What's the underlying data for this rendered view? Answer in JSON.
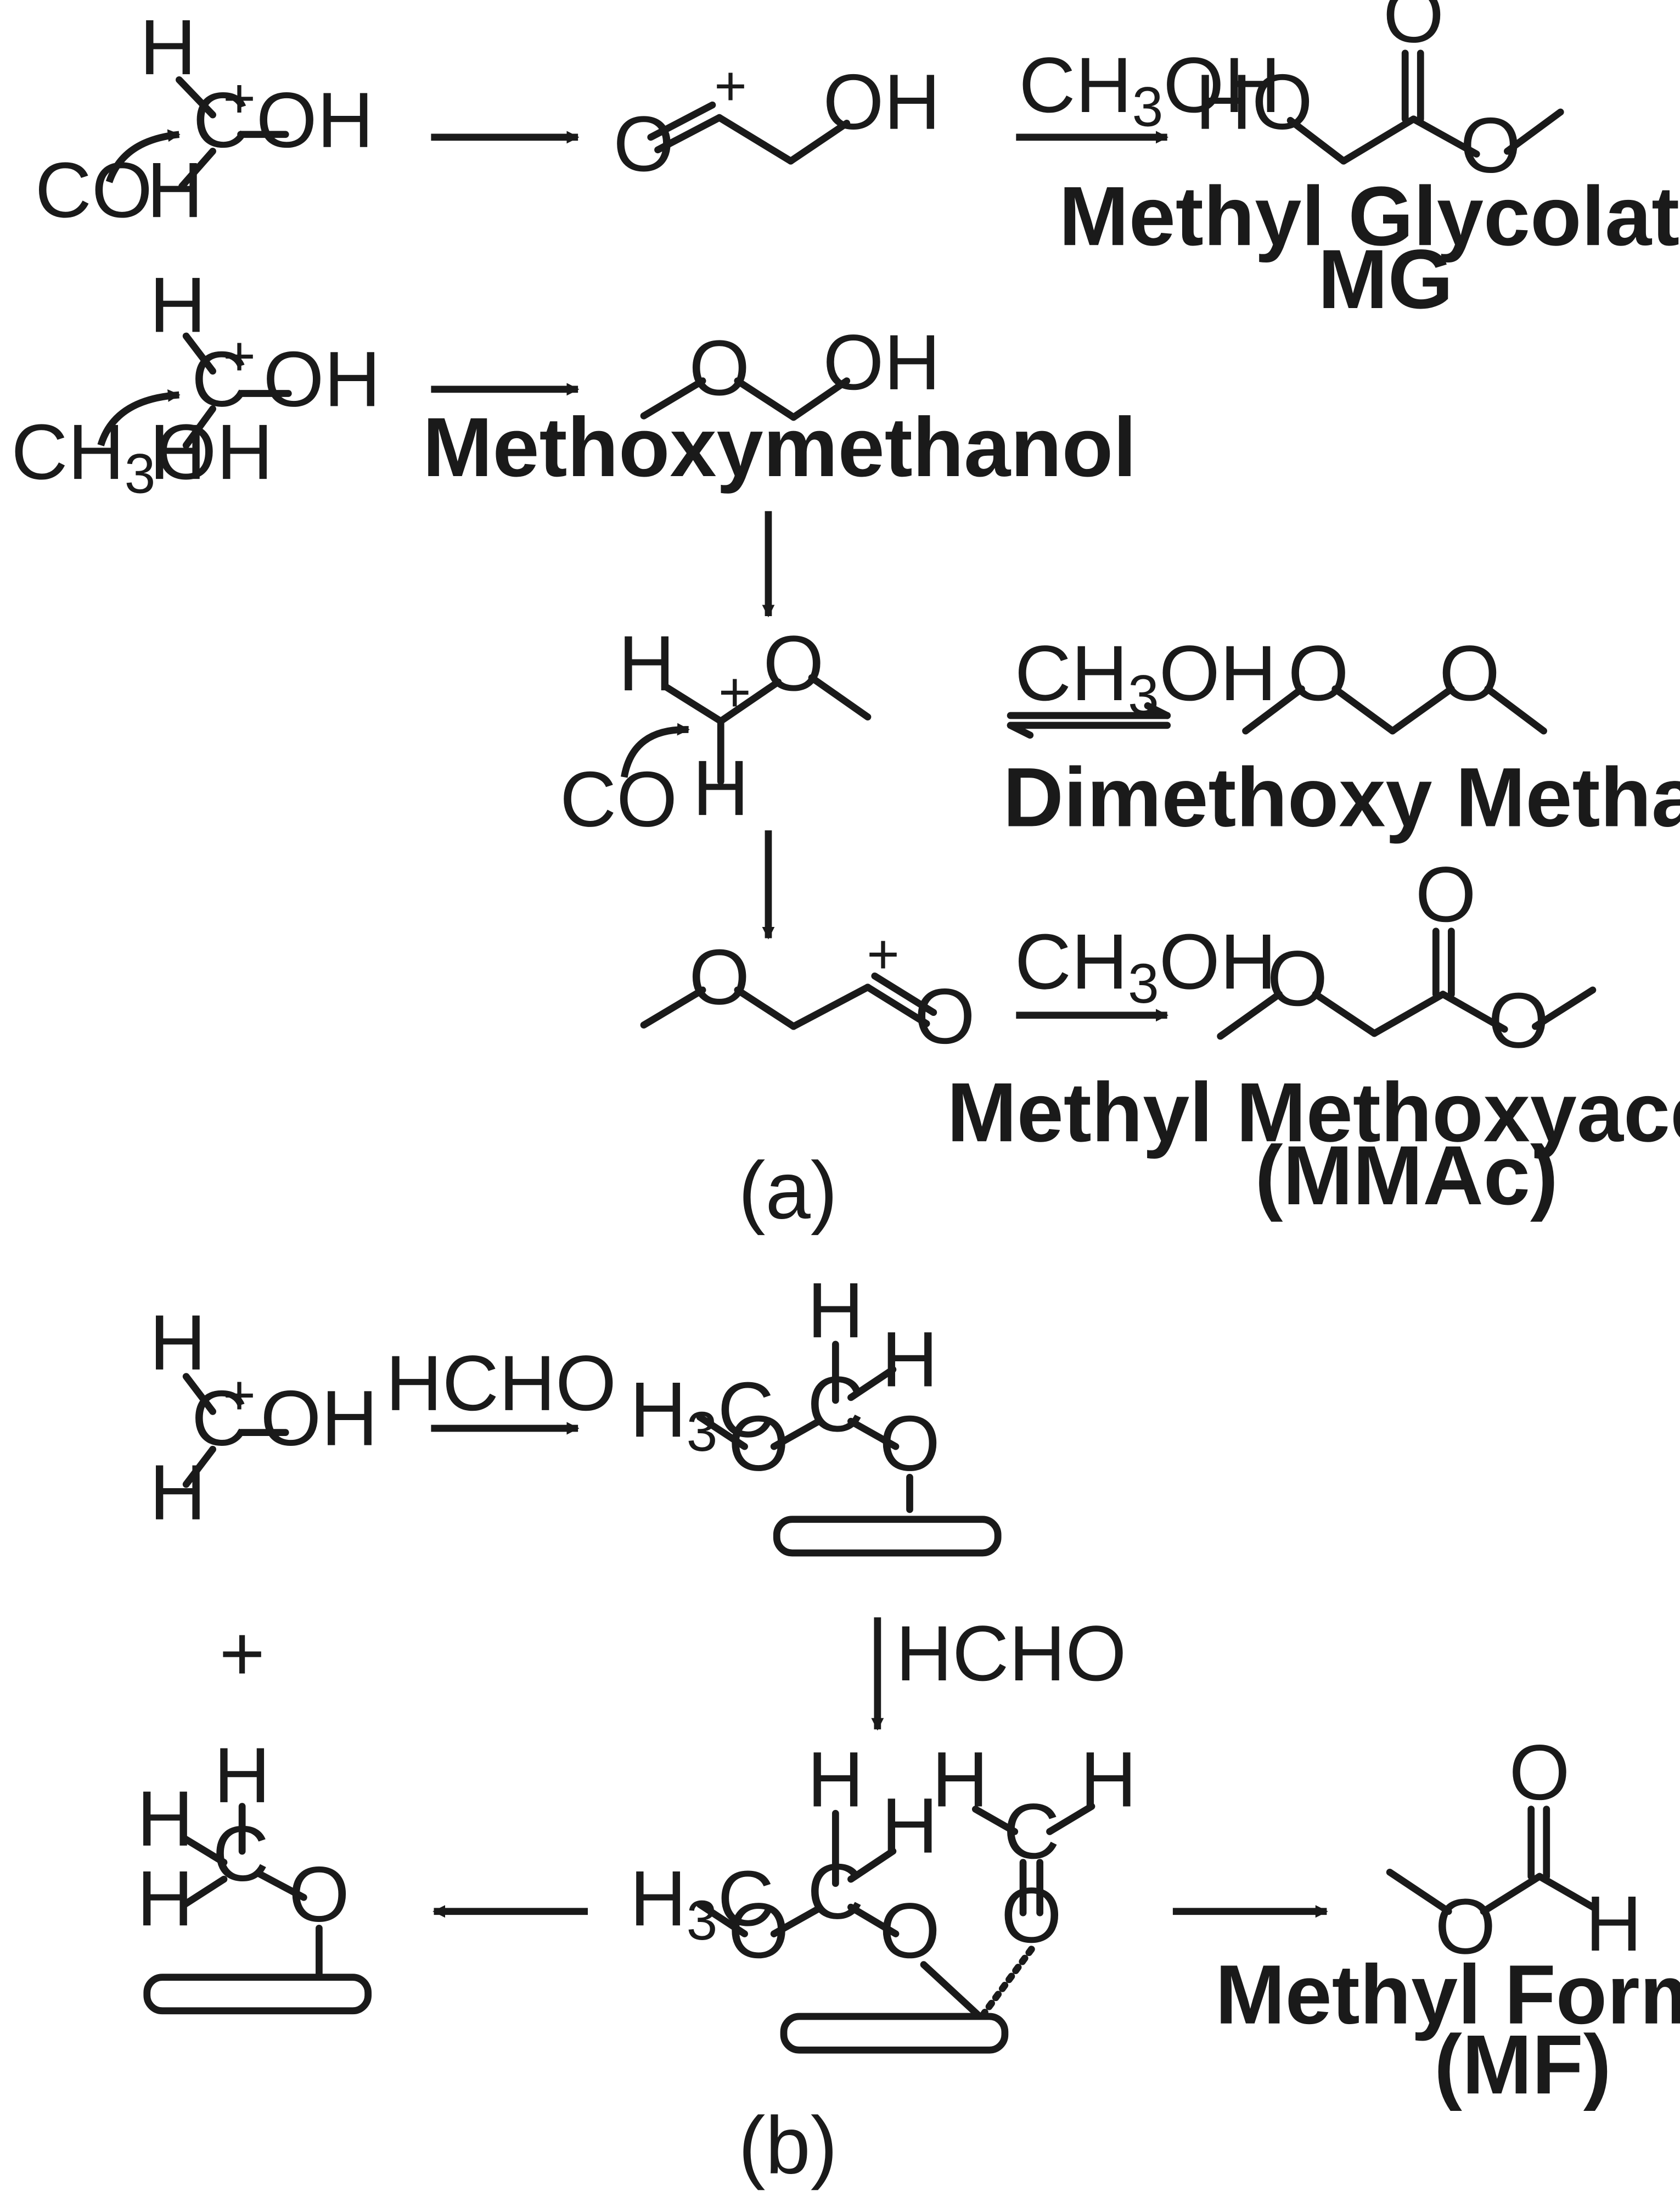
{
  "scheme_a": {
    "panel_label": "(a)",
    "row1": {
      "reactant": {
        "h_top": "H",
        "h_bottom": "H",
        "carbon": "C",
        "charge": "+",
        "oh": "OH",
        "nucleophile": "CO"
      },
      "intermediate": {
        "o": "O",
        "charge": "+",
        "oh": "OH"
      },
      "reagent": {
        "main": "CH",
        "sub": "3",
        "tail": "OH"
      },
      "product": {
        "ho": "HO",
        "o_carbonyl": "O",
        "o_ester": "O",
        "name": "Methyl Glycolate",
        "abbr": "MG"
      }
    },
    "row2": {
      "reactant": {
        "h_top": "H",
        "h_bottom": "H",
        "carbon": "C",
        "charge": "+",
        "oh": "OH",
        "nucleophile_main": "CH",
        "nucleophile_sub": "3",
        "nucleophile_tail": "OH"
      },
      "product": {
        "o": "O",
        "oh": "OH",
        "name": "Methoxymethanol"
      }
    },
    "row3": {
      "cation": {
        "h_top": "H",
        "h_bottom": "H",
        "o": "O",
        "charge": "+",
        "nucleophile": "CO"
      },
      "reagent": {
        "main": "CH",
        "sub": "3",
        "tail": "OH"
      },
      "product": {
        "o1": "O",
        "o2": "O",
        "name": "Dimethoxy Methane"
      }
    },
    "row4": {
      "intermediate": {
        "o_ether": "O",
        "o_carbonyl": "O",
        "charge": "+"
      },
      "reagent": {
        "main": "CH",
        "sub": "3",
        "tail": "OH"
      },
      "product": {
        "o_ether": "O",
        "o_carbonyl": "O",
        "o_ester": "O",
        "name": "Methyl Methoxyacetate",
        "abbr": "(MMAc)"
      }
    }
  },
  "scheme_b": {
    "panel_label": "(b)",
    "plus": "+",
    "cation": {
      "h_top": "H",
      "h_bottom": "H",
      "carbon": "C",
      "charge": "+",
      "oh": "OH"
    },
    "reagent1": "HCHO",
    "reagent2": "HCHO",
    "adsorbed1": {
      "h3c_main": "H",
      "h3c_sub": "3",
      "h3c_tail": "C",
      "o1": "O",
      "carbon": "C",
      "h1": "H",
      "h2": "H",
      "o2": "O"
    },
    "adsorbed2": {
      "h3c_main": "H",
      "h3c_sub": "3",
      "h3c_tail": "C",
      "o1": "O",
      "carbon": "C",
      "h1": "H",
      "h2": "H",
      "o2": "O",
      "hcho_h1": "H",
      "hcho_h2": "H",
      "hcho_c": "C",
      "hcho_o": "O"
    },
    "methoxy": {
      "h_top": "H",
      "h_left": "H",
      "h_bottom": "H",
      "carbon": "C",
      "o": "O"
    },
    "product": {
      "o": "O",
      "o_carbonyl": "O",
      "h": "H",
      "name": "Methyl Formate",
      "abbr": "(MF)"
    }
  }
}
